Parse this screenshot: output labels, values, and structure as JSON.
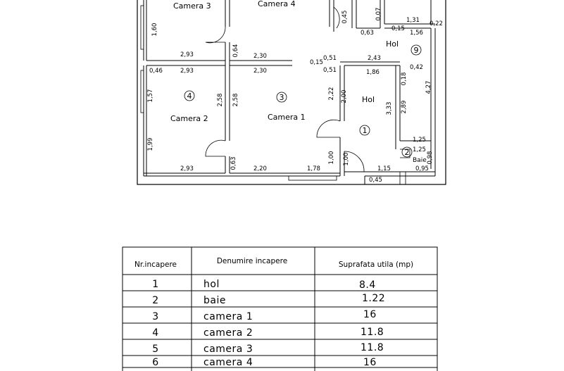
{
  "plan": {
    "rooms": {
      "camera3": "Camera 3",
      "camera4": "Camera 4",
      "camera2": "Camera 2",
      "camera1": "Camera 1",
      "hol_top": "Hol",
      "hol": "Hol",
      "baie": "Baie"
    },
    "numbers": {
      "n9": "9",
      "n4": "4",
      "n3": "3",
      "n1": "1",
      "n2": "2"
    },
    "dims": {
      "d1": "1,60",
      "d2": "2,93",
      "d3": "0,64",
      "d4": "2,30",
      "d5": "0,45",
      "d6": "0,07",
      "d7": "0,63",
      "d8": "1,31",
      "d9": "0,15",
      "d10": "1,56",
      "d11": "0,22",
      "d12": "0,51",
      "d13": "2,43",
      "d14": "0,15",
      "d15": "0,51",
      "d16": "1,86",
      "d17": "0,18",
      "d18": "0,42",
      "d19": "4,27",
      "d20": "0,46",
      "d21": "2,93",
      "d22": "2,30",
      "d23": "1,57",
      "d24": "2,58",
      "d25": "2,58",
      "d26": "2,22",
      "d27": "2,00",
      "d28": "3,33",
      "d29": "2,89",
      "d30": "1,99",
      "d31": "1,25",
      "d32": "1,25",
      "d33": "0,98",
      "d34": "2,93",
      "d35": "0,63",
      "d36": "2,20",
      "d37": "1,78",
      "d38": "1,00",
      "d39": "1,00",
      "d40": "1,15",
      "d41": "0,95",
      "d42": "0,45"
    }
  },
  "table": {
    "headers": [
      "Nr.incapere",
      "Denumire incapere",
      "Suprafata utila (mp)"
    ],
    "rows": [
      [
        "1",
        "hol",
        "8.4"
      ],
      [
        "2",
        "baie",
        "1.22"
      ],
      [
        "3",
        "camera 1",
        "16"
      ],
      [
        "4",
        "camera 2",
        "11.8"
      ],
      [
        "5",
        "camera 3",
        "11.8"
      ],
      [
        "6",
        "camera 4",
        "16"
      ]
    ]
  }
}
